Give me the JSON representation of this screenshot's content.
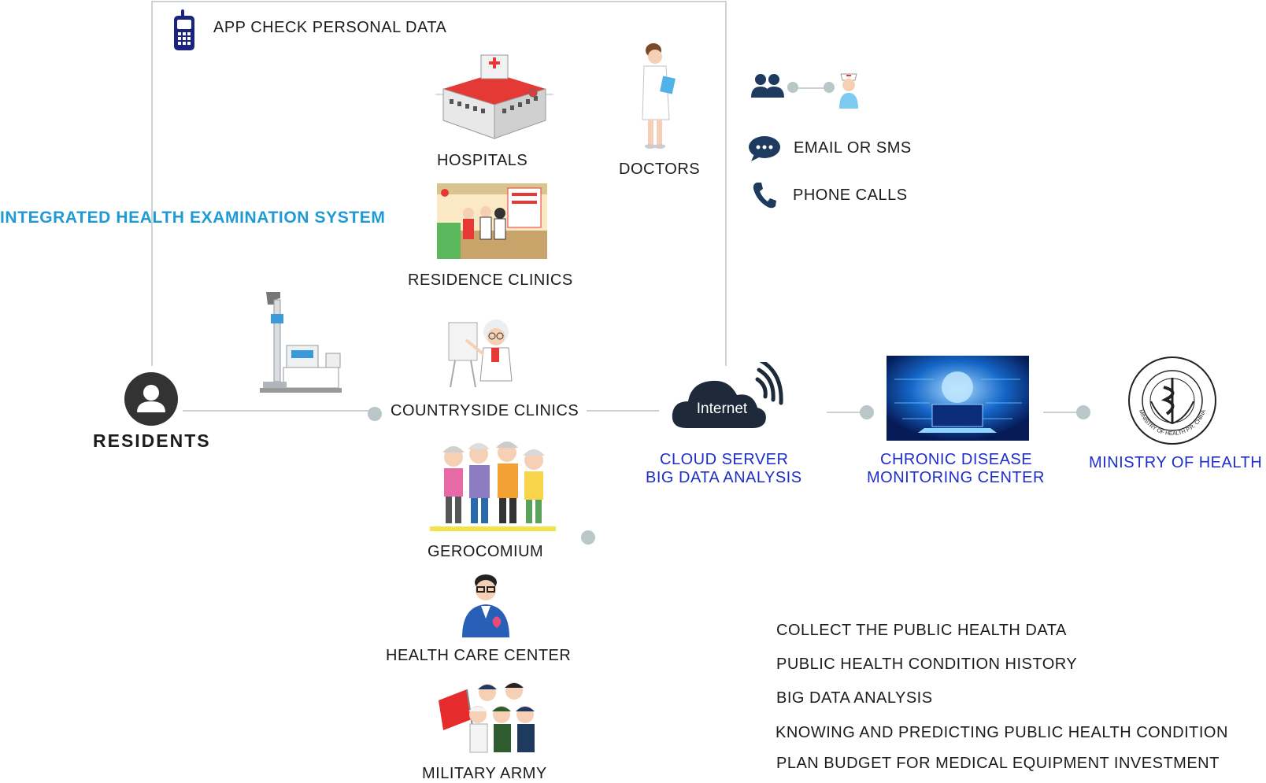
{
  "top_box": {
    "app_label": "APP CHECK PERSONAL DATA"
  },
  "system_title": "INTEGRATED HEALTH EXAMINATION SYSTEM",
  "residents": {
    "label": "RESIDENTS"
  },
  "facilities": [
    {
      "label": "HOSPITALS"
    },
    {
      "label": "DOCTORS"
    },
    {
      "label": "RESIDENCE CLINICS"
    },
    {
      "label": "COUNTRYSIDE CLINICS"
    },
    {
      "label": "GEROCOMIUM"
    },
    {
      "label": "HEALTH CARE CENTER"
    },
    {
      "label": "MILITARY ARMY"
    }
  ],
  "contact": [
    {
      "label": "EMAIL OR SMS",
      "icon": "chat-bubble-icon"
    },
    {
      "label": "PHONE CALLS",
      "icon": "phone-icon"
    }
  ],
  "cloud": {
    "badge": "Internet",
    "line1": "CLOUD SERVER",
    "line2": "BIG DATA ANALYSIS"
  },
  "monitoring": {
    "line1": "CHRONIC DISEASE",
    "line2": "MONITORING CENTER"
  },
  "ministry": {
    "label": "MINISTRY OF HEALTH",
    "seal_text": "MINISTRY OF HEALTH P.R. CHINA"
  },
  "benefits": [
    "COLLECT THE PUBLIC HEALTH DATA",
    "PUBLIC HEALTH CONDITION HISTORY",
    "BIG DATA ANALYSIS",
    "KNOWING AND PREDICTING PUBLIC HEALTH CONDITION",
    "PLAN BUDGET FOR MEDICAL EQUIPMENT INVESTMENT"
  ],
  "colors": {
    "blue": "#1e2ec8",
    "cyan": "#1e9ad6",
    "dark": "#1b1b1b",
    "connector": "#b9c7c9"
  }
}
